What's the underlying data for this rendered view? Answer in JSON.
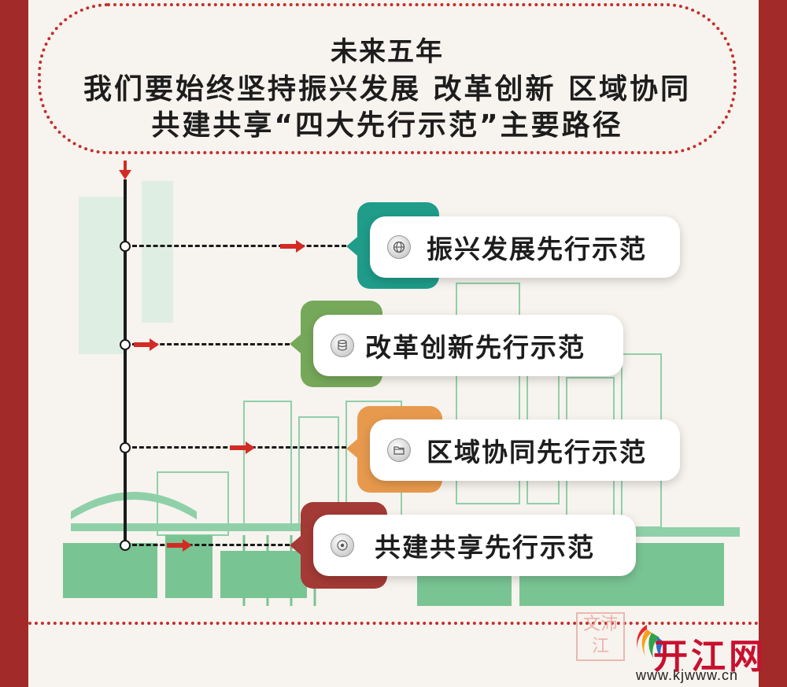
{
  "title": {
    "line1": "未来五年",
    "line2": "我们要始终坚持振兴发展 改革创新 区域协同",
    "line3": "共建共享“四大先行示范”主要路径"
  },
  "paths": [
    {
      "label": "振兴发展先行示范",
      "icon": "globe-icon",
      "accent": "#1f9c8a"
    },
    {
      "label": "改革创新先行示范",
      "icon": "database-icon",
      "accent": "#76a85a"
    },
    {
      "label": "区域协同先行示范",
      "icon": "folder-icon",
      "accent": "#e79a4d"
    },
    {
      "label": "共建共享先行示范",
      "icon": "disc-icon",
      "accent": "#a33a35"
    }
  ],
  "watermark": {
    "stamp": "文沛江",
    "site_name": "开江网",
    "url": "www.kjwww.cn"
  },
  "colors": {
    "border": "#a22a28",
    "dots": "#c0302e",
    "city": "#7cc79a"
  }
}
